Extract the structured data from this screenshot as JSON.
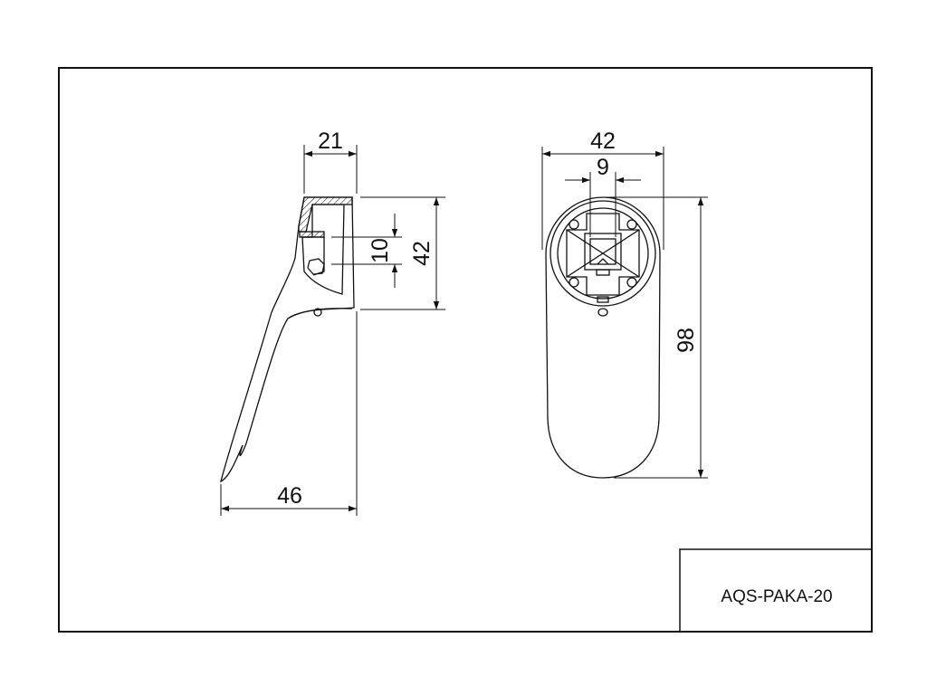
{
  "drawing": {
    "part_number": "AQS-PAKA-20"
  },
  "dimensions": {
    "side_top_width": "21",
    "side_height": "42",
    "side_slot": "10",
    "side_total_width": "46",
    "front_width": "42",
    "front_square": "9",
    "front_height": "98"
  },
  "colors": {
    "line": "#111111",
    "paper": "#ffffff"
  }
}
